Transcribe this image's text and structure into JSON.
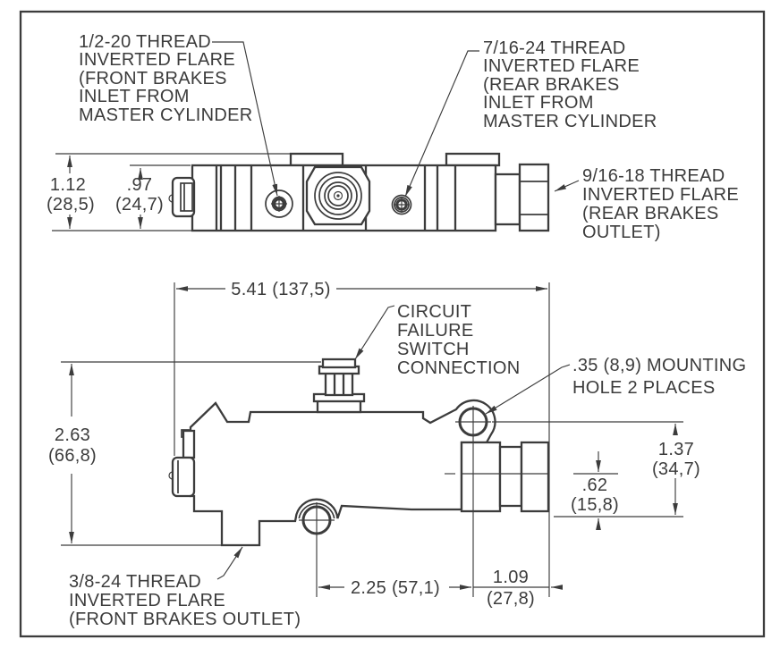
{
  "drawing": {
    "type": "technical-dimension-drawing",
    "subject": "brake proportioning valve, two orthographic views",
    "colors": {
      "line": "#3c3c3c",
      "background": "#ffffff"
    },
    "labels": {
      "front_inlet": [
        "1/2-20 THREAD",
        "INVERTED FLARE",
        "(FRONT BRAKES",
        "INLET FROM",
        "MASTER CYLINDER"
      ],
      "rear_inlet": [
        "7/16-24 THREAD",
        "INVERTED FLARE",
        "(REAR BRAKES",
        "INLET FROM",
        "MASTER CYLINDER"
      ],
      "rear_outlet": [
        "9/16-18 THREAD",
        "INVERTED FLARE",
        "(REAR BRAKES",
        "OUTLET)"
      ],
      "circuit_switch": [
        "CIRCUIT",
        "FAILURE",
        "SWITCH",
        "CONNECTION"
      ],
      "mounting_hole": [
        ".35 (8,9) MOUNTING",
        "HOLE 2 PLACES"
      ],
      "front_outlet": [
        "3/8-24 THREAD",
        "INVERTED FLARE",
        "(FRONT BRAKES OUTLET)"
      ]
    },
    "dimensions": {
      "overall_height_in": "1.12",
      "overall_height_mm": "(28,5)",
      "body_height_in": ".97",
      "body_height_mm": "(24,7)",
      "overall_length": "5.41 (137,5)",
      "side_height_in": "2.63",
      "side_height_mm": "(66,8)",
      "mount_to_base_in": "1.37",
      "mount_to_base_mm": "(34,7)",
      "center_to_base_in": ".62",
      "center_to_base_mm": "(15,8)",
      "outlet_to_mount": "2.25 (57,1)",
      "mount_to_end_in": "1.09",
      "mount_to_end_mm": "(27,8)"
    }
  }
}
